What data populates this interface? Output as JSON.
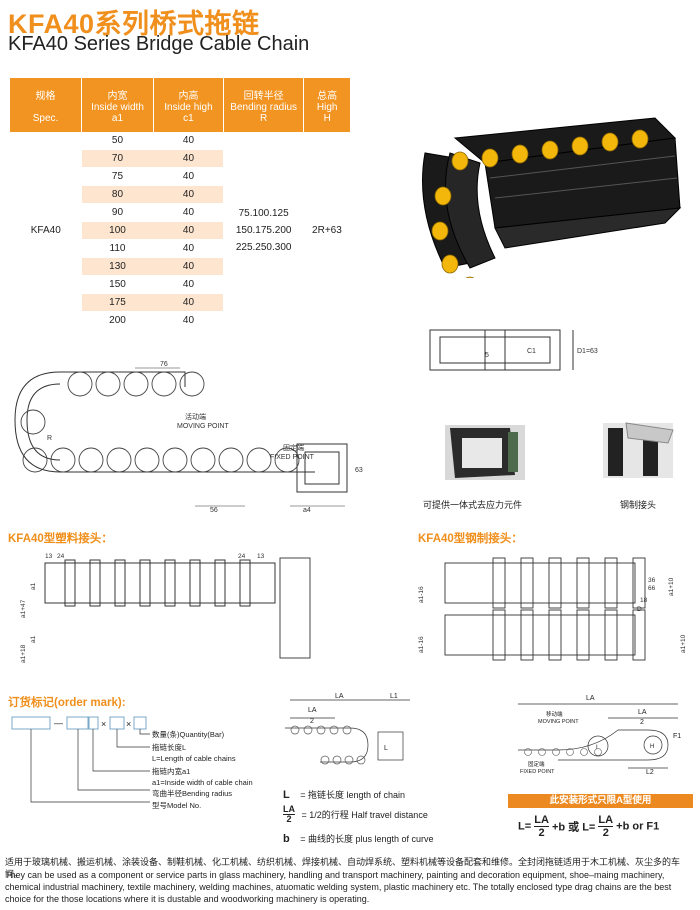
{
  "title_cn": "KFA40系列桥式拖链",
  "title_en": "KFA40 Series Bridge Cable Chain",
  "table": {
    "headers": [
      [
        "规格",
        "Spec."
      ],
      [
        "内宽",
        "Inside width",
        "a1"
      ],
      [
        "内高",
        "Inside high",
        "c1"
      ],
      [
        "回转半径",
        "Bending radius",
        "R"
      ],
      [
        "总高",
        "High",
        "H"
      ]
    ],
    "spec": "KFA40",
    "widths": [
      "50",
      "70",
      "75",
      "80",
      "90",
      "100",
      "110",
      "130",
      "150",
      "175",
      "200"
    ],
    "high": "40",
    "radius": [
      "75.100.125",
      "150.175.200",
      "225.250.300"
    ],
    "total_high": "2R+63"
  },
  "dims": {
    "pitch": "76",
    "moving_point": "活动端\nMOVING POINT",
    "fixed_point": "固定端\nFIXED POINT",
    "r": "R",
    "h63": "63",
    "b56": "56",
    "a4": "a4",
    "d1": "D1=63",
    "c1": "C1",
    "d5": "5"
  },
  "photos": {
    "plastic_caption": "可提供一体式去应力元件",
    "steel_caption": "钢制接头"
  },
  "plastic_joint": {
    "title": "KFA40型塑料接头：",
    "dims": [
      "13",
      "24",
      "24",
      "13",
      "a1",
      "a1+47",
      "a1",
      "a1+18"
    ]
  },
  "steel_joint": {
    "title": "KFA40型钢制接头：",
    "dims": [
      "a1-16",
      "a1+10",
      "a1-16",
      "a1+10",
      "36",
      "66",
      "18",
      "D"
    ]
  },
  "order": {
    "title": "订货标记(order mark):",
    "items": [
      "数量(条)Quantity(Bar)",
      "拖链长度L",
      "L=Length of cable chains",
      "拖链内宽a1",
      "a1=Inside width of cable chain",
      "弯曲半径Bending radius",
      "型号Model No."
    ],
    "sep1": "—",
    "sep2": "—",
    "x": "×"
  },
  "travel": {
    "la": "LA",
    "l1": "L1",
    "la2_top": "LA",
    "la2_bot": "2",
    "legend": [
      {
        "sym": "L",
        "text": "= 拖链长度  length of chain"
      },
      {
        "sym_top": "LA",
        "sym_bot": "2",
        "text": "= 1/2的行程  Half travel distance"
      },
      {
        "sym": "b",
        "text": "= 曲线的长度  plus length of curve"
      }
    ]
  },
  "install": {
    "la": "LA",
    "la2_top": "LA",
    "la2_bot": "2",
    "f1": "F1",
    "l2": "L2",
    "moving": "移动端\nMOVING POINT",
    "fixed": "固定端\nFIXED POINT",
    "banner": "此安装形式只限A型使用",
    "formula": {
      "l": "L=",
      "la": "LA",
      "two": "2",
      "plus_b_or": "+b 或 L=",
      "plus_b_or_f1": "+b or F1"
    }
  },
  "footer": {
    "cn": "适用于玻璃机械、搬运机械、涂装设备、制鞋机械、化工机械、纺织机械、焊接机械、自动焊系统、塑料机械等设备配套和维修。全封闭拖链适用于木工机械、灰尘多的车间。",
    "en": "They can be used as a component or service parts in glass machinery, handling and transport machinery, painting and decoration equipment, shoe–maing machinery, chemical industrial machinery, textile machinery, welding machines, atuomatic welding system, plastic machinery etc. The totally enclosed type drag chains are the best choice for the those locations where it is dustable and woodworking machinery is operating."
  },
  "colors": {
    "accent": "#f08f1c",
    "table_head": "#f29422",
    "row_alt": "#fde5cf"
  }
}
